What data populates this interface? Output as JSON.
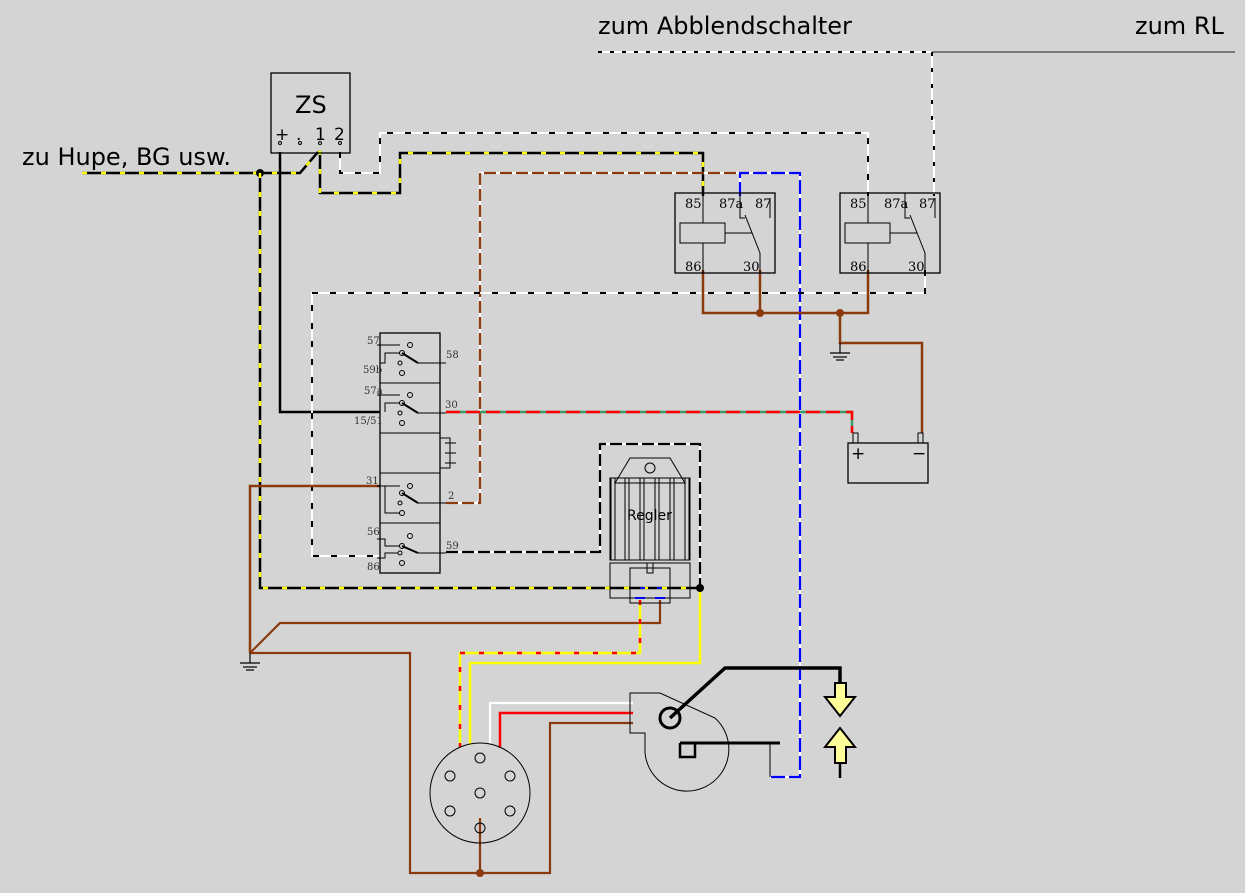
{
  "labels": {
    "abblendschalter": "zum Abblendschalter",
    "rl": "zum RL",
    "hupe": "zu Hupe, BG usw."
  },
  "ignition_switch": {
    "name": "ZS",
    "terminals": [
      "+",
      ".",
      "1",
      "2"
    ]
  },
  "relays": [
    {
      "id": "relay-1",
      "terminals": {
        "t85": "85",
        "t87a": "87a",
        "t87": "87",
        "t86": "86",
        "t30": "30"
      }
    },
    {
      "id": "relay-2",
      "terminals": {
        "t85": "85",
        "t87a": "87a",
        "t87": "87",
        "t86": "86",
        "t30": "30"
      }
    }
  ],
  "switch_block": {
    "terminals": [
      "57",
      "59b",
      "58",
      "57a",
      "15/51",
      "30",
      "31",
      "2",
      "56",
      "86",
      "59"
    ]
  },
  "regulator": {
    "name": "Regler"
  },
  "battery": {
    "plus": "+",
    "minus": "−"
  },
  "colors": {
    "background": "#d4d4d4",
    "brown": "#8b3a0e",
    "yellow": "#ffff00",
    "red": "#ff0000",
    "green": "#3a9a6a",
    "blue": "#0000ff",
    "white": "#ffffff",
    "black": "#000000",
    "gray": "#7a7a7a",
    "arrow_fill": "#ffff99"
  }
}
